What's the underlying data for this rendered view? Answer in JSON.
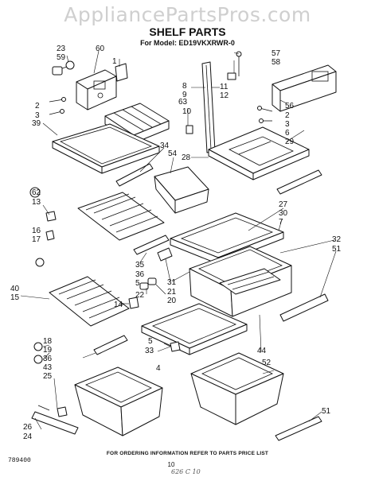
{
  "watermark": "AppliancePartsPros.com",
  "header": {
    "title": "SHELF PARTS",
    "model": "For Model: ED19VKXRWR-0"
  },
  "footer": {
    "instruction": "FOR ORDERING INFORMATION REFER TO PARTS PRICE LIST",
    "doc_number": "789400",
    "page_number": "10",
    "handwritten_note": "626 C 10"
  },
  "callouts": [
    "23",
    "59",
    "60",
    "1",
    "57",
    "58",
    "8",
    "9",
    "11",
    "12",
    "2",
    "3",
    "63",
    "10",
    "56",
    "2",
    "3",
    "39",
    "34",
    "6",
    "29",
    "28",
    "54",
    "62",
    "13",
    "27",
    "30",
    "7",
    "16",
    "17",
    "32",
    "51",
    "35",
    "36",
    "5",
    "31",
    "22",
    "21",
    "20",
    "40",
    "15",
    "14",
    "18",
    "19",
    "36",
    "43",
    "5",
    "33",
    "4",
    "44",
    "25",
    "52",
    "51",
    "26",
    "24"
  ]
}
